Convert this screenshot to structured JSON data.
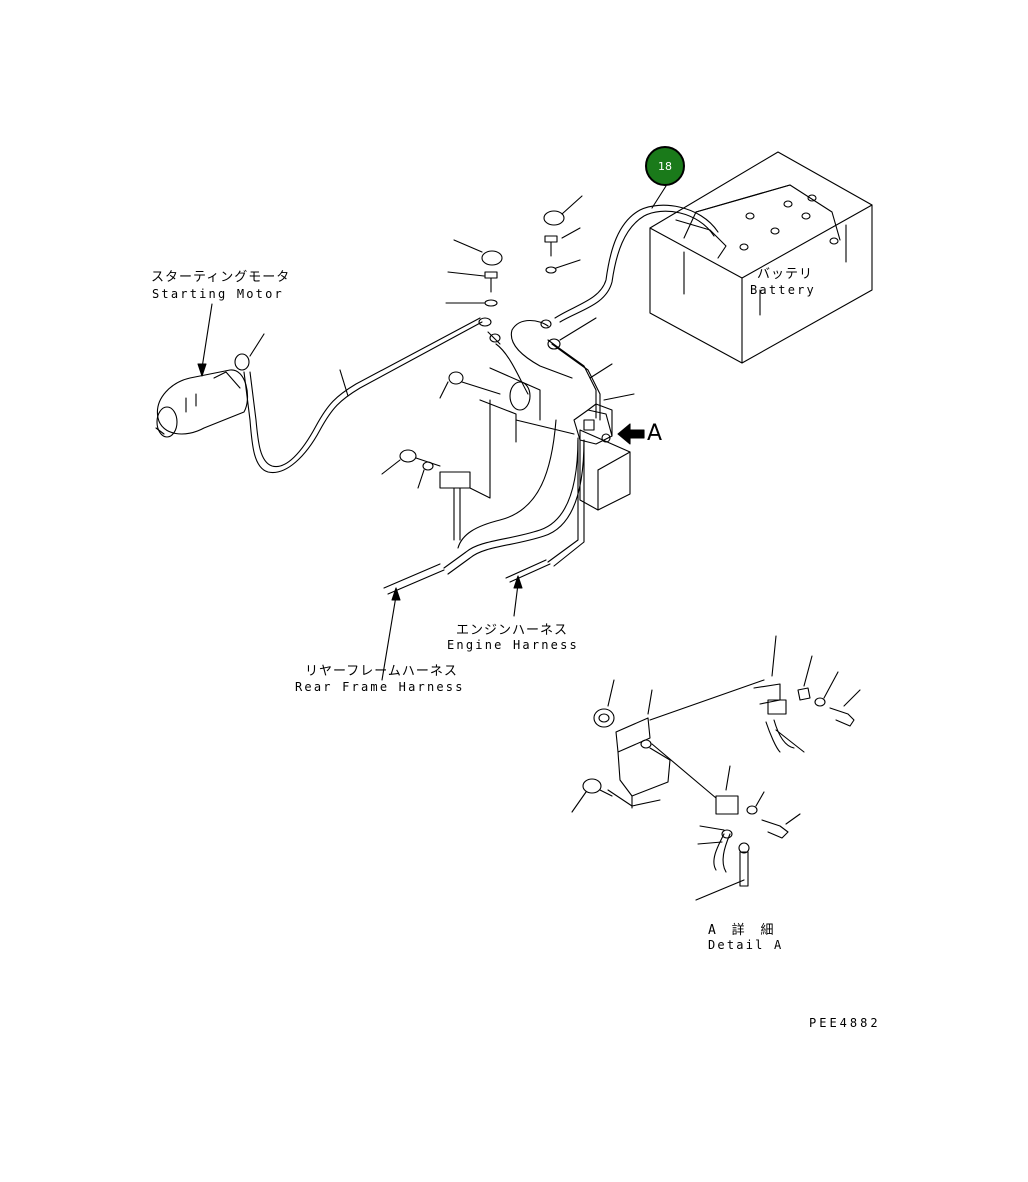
{
  "callout": {
    "number": "18",
    "color": "#1a7a1a"
  },
  "labels": {
    "starting_motor_jp": "スターティングモータ",
    "starting_motor_en": "Starting Motor",
    "battery_jp": "バッテリ",
    "battery_en": "Battery",
    "engine_harness_jp": "エンジンハーネス",
    "engine_harness_en": "Engine Harness",
    "rear_frame_harness_jp": "リヤーフレームハーネス",
    "rear_frame_harness_en": "Rear Frame Harness",
    "view_marker": "A",
    "detail_jp": "A 詳 細",
    "detail_en": "Detail A",
    "drawing_code": "PEE4882"
  }
}
